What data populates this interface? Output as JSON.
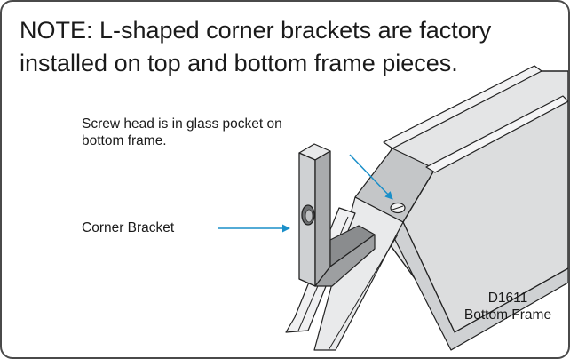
{
  "note": {
    "line1": "NOTE: L-shaped corner brackets are factory",
    "line2": "installed on top and bottom frame pieces."
  },
  "callouts": {
    "screw_line1": "Screw head is in glass pocket on",
    "screw_line2": "bottom frame.",
    "bracket": "Corner Bracket",
    "part_number": "D1611",
    "part_name": "Bottom Frame"
  },
  "colors": {
    "border": "#4a4a4a",
    "arrow": "#1a8fc9",
    "frame_face": "#e4e5e6",
    "frame_shadow": "#c4c6c8",
    "bracket_face": "#cfd1d3",
    "bracket_shadow": "#8a8c8e",
    "outline": "#222222"
  },
  "icons": {
    "pointer_arrow": "arrow-right-icon"
  }
}
